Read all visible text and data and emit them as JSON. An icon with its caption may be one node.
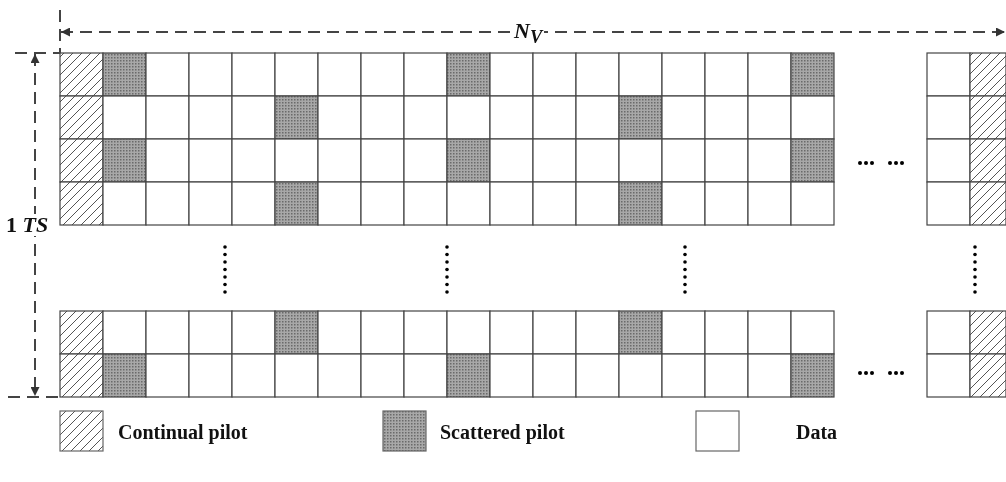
{
  "diagram": {
    "labels": [
      "N$_{V}$",
      "1 *TS*"
    ],
    "legend": [
      {
        "text": "Continual pilot"
      },
      {
        "text": "Scattered pilot"
      },
      {
        "text": "Data"
      }
    ]
  }
}
